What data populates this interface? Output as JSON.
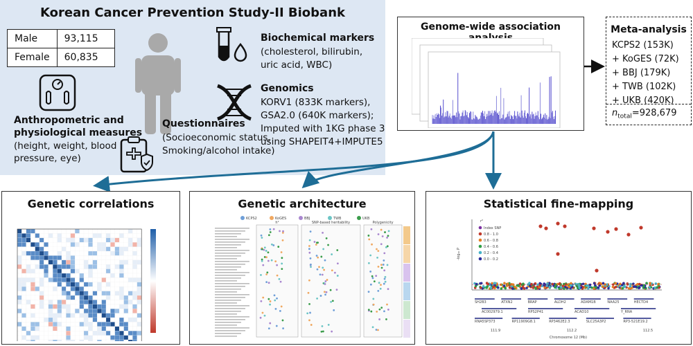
{
  "biobank": {
    "title": "Korean Cancer Prevention Study-II Biobank",
    "sex_table": [
      {
        "label": "Male",
        "value": "93,115"
      },
      {
        "label": "Female",
        "value": "60,835"
      }
    ],
    "anthropometric": {
      "title_line1": "Anthropometric and",
      "title_line2": "physiological measures",
      "text_line1": "(height, weight, blood",
      "text_line2": "pressure, eye)"
    },
    "questionnaires": {
      "title": "Questionnaires",
      "text_line1": "(Socioeconomic status,",
      "text_line2": "Smoking/alcohol intake)"
    },
    "biochemical": {
      "title": "Biochemical markers",
      "text_line1": "(cholesterol, bilirubin,",
      "text_line2": "uric acid, WBC)"
    },
    "genomics": {
      "title": "Genomics",
      "text_line1": "KORV1 (833K markers),",
      "text_line2": "GSA2.0 (640K markers);",
      "text_line3": "Imputed with 1KG phase 3",
      "text_line4": "using SHAPEIT4+IMPUTE5"
    }
  },
  "gwas": {
    "title": "Genome-wide association analysis"
  },
  "meta": {
    "title": "Meta-analysis",
    "items": [
      "KCPS2 (153K)",
      "+ KoGES (72K)",
      "+ BBJ (179K)",
      "+ TWB (102K)",
      "+ UKB (420K)"
    ],
    "n_symbol": "n",
    "n_sub": "total",
    "n_value": "=928,679"
  },
  "panels": {
    "correlations": {
      "title": "Genetic correlations"
    },
    "architecture": {
      "title": "Genetic architecture",
      "legend": [
        "KCPS2",
        "KoGES",
        "BBJ",
        "TWB",
        "UKB"
      ],
      "legend_colors": [
        "#6f9fd8",
        "#f0a860",
        "#a987cf",
        "#6cc5c5",
        "#3a9c4a"
      ],
      "column_headers": [
        "h²",
        "SNP-based heritability",
        "Polygenicity"
      ]
    },
    "finemapping": {
      "title": "Statistical fine-mapping",
      "legend_title": "r²",
      "legend": [
        "Index SNP",
        "0.8 - 1.0",
        "0.6 - 0.8",
        "0.4 - 0.6",
        "0.2 - 0.4",
        "0.0 - 0.2"
      ],
      "legend_colors": [
        "#7b2fa0",
        "#c0392b",
        "#e67e22",
        "#2e9e44",
        "#46b3c9",
        "#2c2c9c"
      ],
      "genes_row1": [
        "SH2B3",
        "ATXN2",
        "BRAP",
        "ALDH2",
        "ADAM1B",
        "NAA25",
        "HECTD4"
      ],
      "genes_row2": [
        "AC002979.1",
        "RPS2P41",
        "ACAD10",
        "Y_RNA"
      ],
      "genes_row3": [
        "RNA5SP373",
        "RP11909G8.1",
        "RP3462E2.3",
        "SLC25A3P2",
        "RP3-521E19.2"
      ],
      "x_ticks": [
        "111.9",
        "112.2",
        "112.5"
      ],
      "xlabel": "Chromosome 12 (Mb)",
      "ylabel": "-log₁₀ P"
    }
  },
  "colors": {
    "biobank_bg": "#dde7f3",
    "arrow": "#1e6d96",
    "manhattan": "#4338c9"
  }
}
